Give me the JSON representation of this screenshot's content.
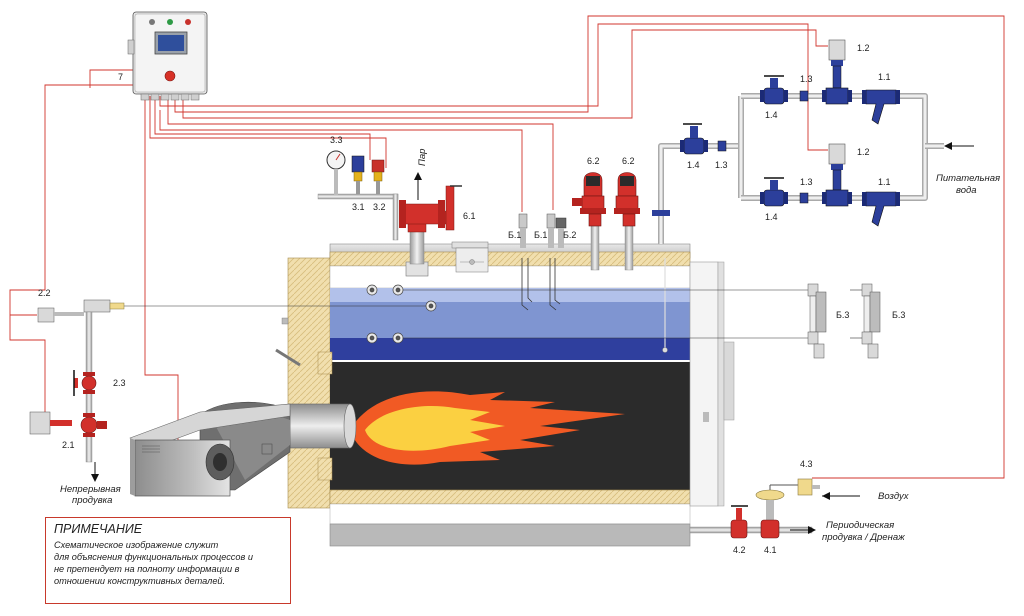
{
  "labels": {
    "controller": "7",
    "feed_pump_top": "1.2",
    "feed_pump_bottom": "1.2",
    "filter_top": "1.1",
    "filter_bottom": "1.1",
    "check_valve_top": "1.3",
    "check_valve_bottom": "1.3",
    "check_valve_line": "1.3",
    "gate_valve_top": "1.4",
    "gate_valve_bottom": "1.4",
    "gate_valve_line": "1.4",
    "gauge": "3.3",
    "pressure_switch_1": "3.1",
    "pressure_switch_2": "3.2",
    "steam_valve": "6.1",
    "safety_valve_1": "6.2",
    "safety_valve_2": "6.2",
    "level_probe_1": "Б.1",
    "level_probe_2": "Б.1",
    "level_probe_3": "Б.2",
    "level_glass_1": "Б.3",
    "level_glass_2": "Б.3",
    "blowdown_controller": "2.2",
    "blowdown_valve_1": "2.3",
    "blowdown_valve_2": "2.1",
    "drain_valve_1": "4.2",
    "drain_valve_2": "4.1",
    "air_valve": "4.3"
  },
  "captions": {
    "steam": "Пар",
    "feed_water_line1": "Питательная",
    "feed_water_line2": "вода",
    "continuous_blowdown_line1": "Непрерывная",
    "continuous_blowdown_line2": "продувка",
    "air": "Воздух",
    "periodic_blowdown_line1": "Периодическая",
    "periodic_blowdown_line2": "продувка / Дренаж"
  },
  "note": {
    "title": "ПРИМЕЧАНИЕ",
    "lines": [
      "Схематическое изображение служит",
      "для объяснения функциональных процессов и",
      "не претендует на полноту информации  в",
      "отношении конструктивных деталей."
    ]
  },
  "colors": {
    "signal_wire": "#d0342c",
    "water": "#7f95d1",
    "water_dark": "#2f3f9e",
    "furnace": "#2b2b2b",
    "insulation": "#f1dfae",
    "pipe": "#d9d9d9",
    "valve_red": "#d2302b",
    "valve_blue": "#2c3f9b",
    "flame_outer": "#f15a24",
    "flame_inner": "#fbd041"
  }
}
